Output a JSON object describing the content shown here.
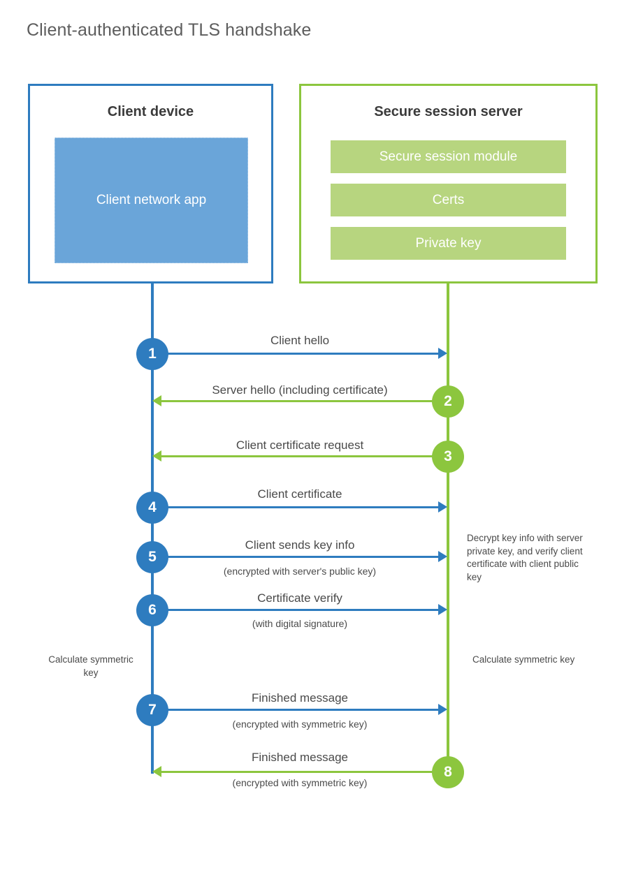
{
  "diagram": {
    "title": "Client-authenticated TLS handshake",
    "colors": {
      "client_blue": "#2e7cbf",
      "client_app_fill": "#6aa5d9",
      "server_green": "#8cc63e",
      "server_bar_fill": "#b7d57f",
      "text_gray": "#4a4a4a",
      "title_gray": "#5d5d5d"
    },
    "parties": {
      "client": {
        "title": "Client device",
        "app_label": "Client network app"
      },
      "server": {
        "title": "Secure session server",
        "bars": [
          {
            "label": "Secure session module"
          },
          {
            "label": "Certs"
          },
          {
            "label": "Private key"
          }
        ]
      }
    },
    "steps": [
      {
        "number": "1",
        "label": "Client hello",
        "sublabel": "",
        "direction": "client-to-server",
        "color": "blue"
      },
      {
        "number": "2",
        "label": "Server hello (including certificate)",
        "sublabel": "",
        "direction": "server-to-client",
        "color": "green"
      },
      {
        "number": "3",
        "label": "Client certificate request",
        "sublabel": "",
        "direction": "server-to-client",
        "color": "green"
      },
      {
        "number": "4",
        "label": "Client certificate",
        "sublabel": "",
        "direction": "client-to-server",
        "color": "blue"
      },
      {
        "number": "5",
        "label": "Client sends key info",
        "sublabel": "(encrypted with server's public key)",
        "direction": "client-to-server",
        "color": "blue"
      },
      {
        "number": "6",
        "label": "Certificate verify",
        "sublabel": "(with digital signature)",
        "direction": "client-to-server",
        "color": "blue"
      },
      {
        "number": "7",
        "label": "Finished message",
        "sublabel": "(encrypted with symmetric key)",
        "direction": "client-to-server",
        "color": "blue"
      },
      {
        "number": "8",
        "label": "Finished message",
        "sublabel": "(encrypted with symmetric key)",
        "direction": "server-to-client",
        "color": "green"
      }
    ],
    "notes": {
      "decrypt": "Decrypt key info with server private key, and verify client certificate with client public key",
      "client_calculate": "Calculate symmetric key",
      "server_calculate": "Calculate symmetric key"
    }
  }
}
